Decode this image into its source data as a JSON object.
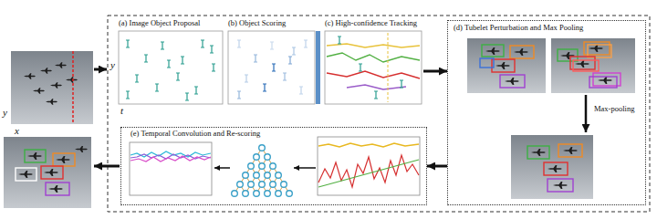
{
  "diagram": {
    "nodes": [
      {
        "text": [
          "(a) Image Object Proposal"
        ]
      },
      {
        "text": [
          "(b) Object Scoring"
        ]
      },
      {
        "text": [
          "(c) High-confidence Tracking"
        ]
      },
      {
        "text": [
          "(d) Tubelet Perturbation and Max Pooling",
          "Max-pooling"
        ]
      },
      {
        "text": [
          "(e) Temporal Convolution and Re-scoring"
        ]
      }
    ],
    "edges": [
      {
        "from": 2,
        "to": 3,
        "arrow": "to"
      },
      {
        "from": 3,
        "to": 4,
        "arrow": "to"
      }
    ],
    "labels": [
      "y",
      "x",
      "y",
      "t"
    ]
  }
}
